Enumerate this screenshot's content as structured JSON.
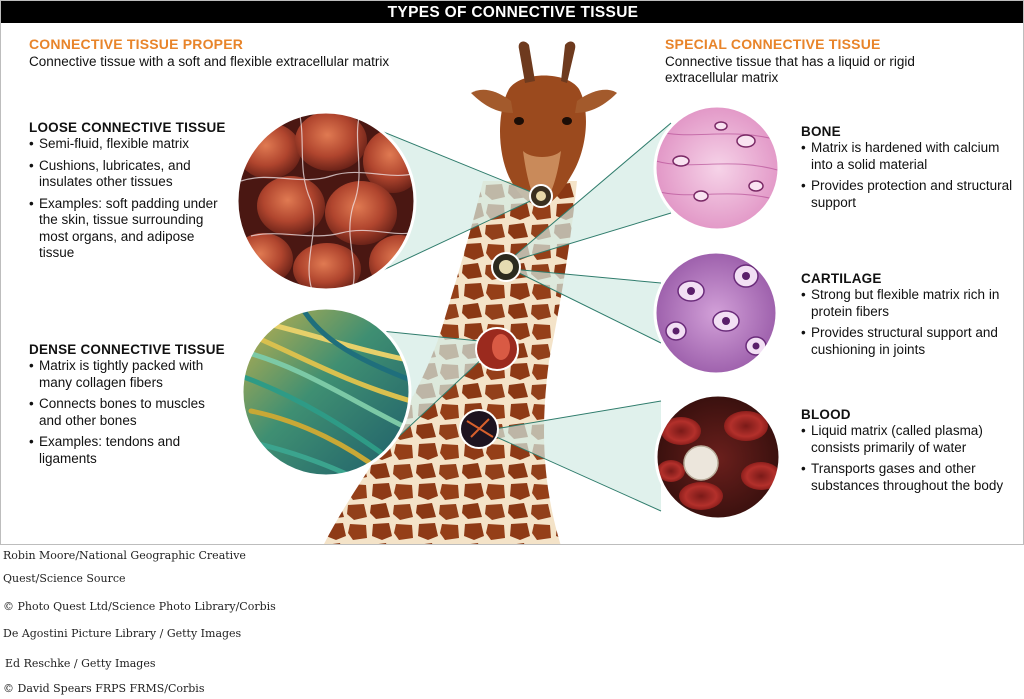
{
  "title": "TYPES OF CONNECTIVE TISSUE",
  "proper": {
    "heading": "CONNECTIVE TISSUE PROPER",
    "description": "Connective tissue with a soft and flexible extracellular matrix",
    "loose": {
      "title": "LOOSE CONNECTIVE TISSUE",
      "bullets": [
        "Semi-fluid, flexible matrix",
        "Cushions, lubricates, and insulates other tissues",
        "Examples: soft padding under the skin, tissue surrounding most organs, and adipose tissue"
      ]
    },
    "dense": {
      "title": "DENSE CONNECTIVE TISSUE",
      "bullets": [
        "Matrix is tightly packed with many collagen fibers",
        "Connects bones to muscles and other bones",
        "Examples: tendons and ligaments"
      ]
    }
  },
  "special": {
    "heading": "SPECIAL CONNECTIVE TISSUE",
    "description": "Connective tissue that has a liquid or rigid extracellular matrix",
    "bone": {
      "title": "BONE",
      "bullets": [
        "Matrix is hardened with calcium into a solid material",
        "Provides protection and structural support"
      ]
    },
    "cartilage": {
      "title": "CARTILAGE",
      "bullets": [
        "Strong but flexible matrix rich in protein fibers",
        "Provides structural support and cushioning in joints"
      ]
    },
    "blood": {
      "title": "BLOOD",
      "bullets": [
        "Liquid matrix (called plasma) consists primarily of water",
        "Transports gases and other substances throughout the body"
      ]
    }
  },
  "credits": [
    "Robin Moore/National Geographic Creative",
    "Quest/Science Source",
    "© Photo Quest Ltd/Science Photo Library/Corbis",
    "De Agostini Picture Library / Getty Images",
    "Ed Reschke / Getty Images",
    "© David Spears FRPS FRMS/Corbis"
  ],
  "colors": {
    "heading_orange": "#e8842a",
    "title_bar": "#000000",
    "callout_fill": "#d3ebe4",
    "callout_line": "#2f7c6c"
  }
}
